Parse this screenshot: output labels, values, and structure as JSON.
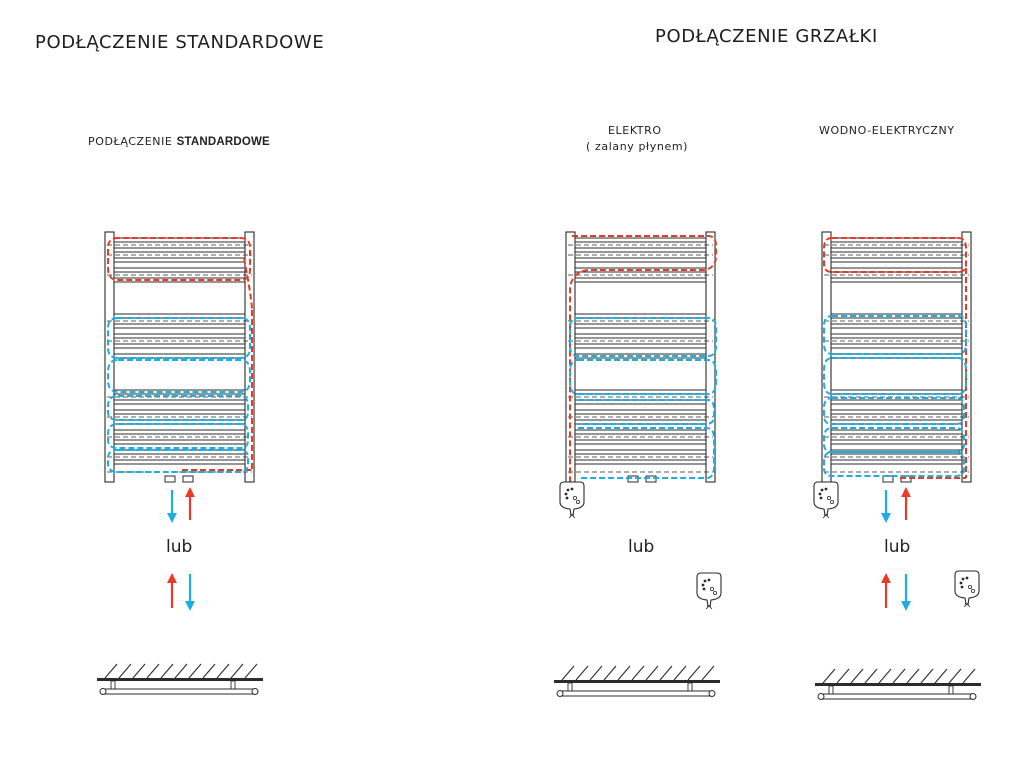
{
  "titles": {
    "standard": "PODŁĄCZENIE STANDARDOWE",
    "heater": "PODŁĄCZENIE GRZAŁKI"
  },
  "subtitles": {
    "standard_prefix": "PODŁĄCZENIE",
    "standard_bold": "STANDARDOWE",
    "electro_line1": "ELEKTRO",
    "electro_line2": "( zalany płynem)",
    "water_electric": "WODNO-ELEKTRYCZNY"
  },
  "or_label": "lub",
  "colors": {
    "hot": "#e83a26",
    "cold": "#1aaee3",
    "line": "#2b2b2b"
  },
  "icons": [
    "radiator-icon",
    "heating-element-icon",
    "supply-arrow-icon",
    "return-arrow-icon",
    "wall-mount-icon"
  ]
}
